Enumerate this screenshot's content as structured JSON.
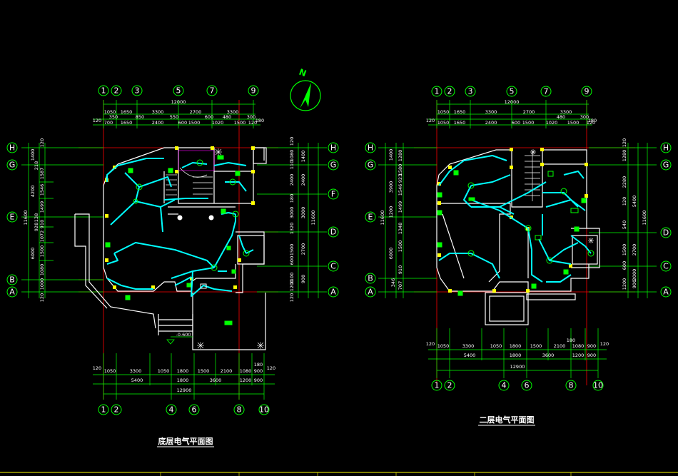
{
  "drawing": {
    "left_plan": {
      "title": "底层电气平面图",
      "level_mark": "-0.600",
      "top_axes": [
        "1",
        "2",
        "3",
        "5",
        "7",
        "9"
      ],
      "bottom_axes": [
        "1",
        "2",
        "4",
        "6",
        "8",
        "10"
      ],
      "left_axes": [
        "H",
        "G",
        "E",
        "B",
        "A"
      ],
      "right_axes": [
        "H",
        "G",
        "F",
        "D",
        "C",
        "A"
      ],
      "top_dims_row1": [
        "12000"
      ],
      "top_dims_row2": [
        "1050",
        "1650",
        "3300",
        "2700",
        "3300"
      ],
      "top_dims_row3": [
        "120",
        "350",
        "850",
        "550",
        "600",
        "480",
        "300",
        "180"
      ],
      "top_dims_row4": [
        "700",
        "1650",
        "2400",
        "600",
        "1500",
        "1020",
        "1500",
        "120"
      ],
      "bottom_dims_row1": [
        "120",
        "1050",
        "3300",
        "1050",
        "1800",
        "1500",
        "2100",
        "1080",
        "900",
        "120"
      ],
      "bottom_dims_row2": [
        "5400",
        "1800",
        "3600",
        "1200",
        "900"
      ],
      "bottom_dims_row3": [
        "12900"
      ],
      "bottom_dims_extra": [
        "180"
      ],
      "left_dims_outer": [
        "11600"
      ],
      "left_dims_mid": [
        "4200",
        "6000"
      ],
      "left_dims_inner": [
        "120",
        "1400",
        "218",
        "1587",
        "1546",
        "1499",
        "138",
        "910",
        "928",
        "1072",
        "1500",
        "1080",
        "1000",
        "120"
      ],
      "right_dims_inner": [
        "120",
        "1080",
        "110",
        "2400",
        "180",
        "3000",
        "1320",
        "1500",
        "600",
        "2100",
        "1200",
        "120"
      ],
      "right_dims_mid": [
        "1400",
        "2400",
        "3000",
        "2700",
        "900"
      ],
      "right_dims_outer": [
        "11600"
      ]
    },
    "right_plan": {
      "title": "二层电气平面图",
      "top_axes": [
        "1",
        "2",
        "3",
        "5",
        "7",
        "9"
      ],
      "bottom_axes": [
        "1",
        "2",
        "4",
        "6",
        "8",
        "10"
      ],
      "left_axes": [
        "H",
        "G",
        "E",
        "B",
        "A"
      ],
      "right_axes": [
        "H",
        "G",
        "D",
        "C",
        "A"
      ],
      "top_dims_row1": [
        "12000"
      ],
      "top_dims_row2": [
        "1050",
        "1650",
        "3300",
        "2700",
        "3300"
      ],
      "top_dims_row3": [
        "120",
        "480",
        "300",
        "180"
      ],
      "top_dims_row4": [
        "1050",
        "1650",
        "2400",
        "600",
        "1500",
        "1020",
        "1500",
        "120"
      ],
      "bottom_dims_row1": [
        "120",
        "1050",
        "3300",
        "1050",
        "1800",
        "1500",
        "2100",
        "1080",
        "900",
        "120"
      ],
      "bottom_dims_row2": [
        "5400",
        "1800",
        "3600",
        "1200",
        "900"
      ],
      "bottom_dims_row3": [
        "12900"
      ],
      "bottom_dims_extra": [
        "180"
      ],
      "left_dims_outer": [
        "11600"
      ],
      "left_dims_mid": [
        "1400",
        "3900",
        "6000"
      ],
      "left_dims_inner": [
        "1280",
        "1580",
        "923",
        "1546",
        "1200",
        "1499",
        "1348",
        "1500",
        "910",
        "346",
        "707"
      ],
      "right_dims_inner": [
        "120",
        "1280",
        "2280",
        "120",
        "5400",
        "540",
        "1500",
        "600",
        "1200",
        "900"
      ],
      "right_dims_mid": [
        "2700",
        "2000"
      ],
      "right_dims_outer": [
        "11600"
      ]
    },
    "north_label": "N",
    "colors": {
      "background": "#000000",
      "walls": "#ffffff",
      "wiring": "#00ffff",
      "fixtures": "#00ff00",
      "axis_lines": "#ff0000",
      "dim_lines": "#00ff00",
      "columns": "#ffff00",
      "text": "#ffffff",
      "room_fill": "#ff00ff"
    }
  }
}
